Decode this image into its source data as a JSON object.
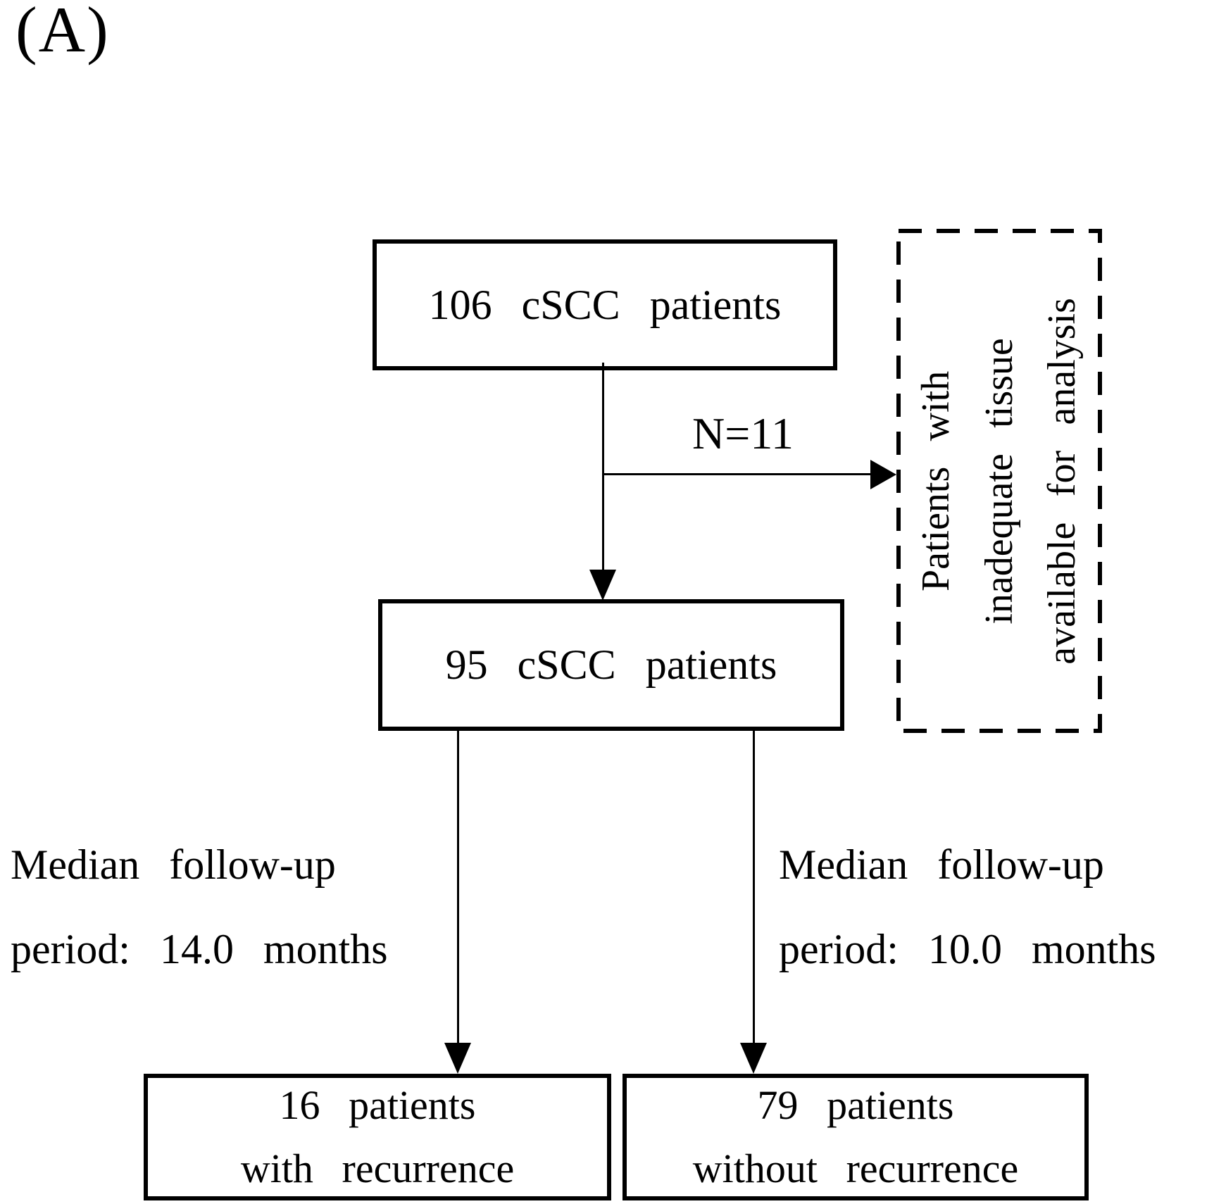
{
  "figure": {
    "panel_label": "(A)",
    "background_color": "#ffffff",
    "line_color": "#000000"
  },
  "nodes": {
    "total": {
      "text": "106 cSCC patients"
    },
    "included": {
      "text": "95 cSCC patients"
    },
    "excluded": {
      "lines": [
        "Patients with",
        "inadequate tissue",
        "available for analysis"
      ]
    },
    "recurrence": {
      "lines": [
        "16 patients",
        "with recurrence"
      ]
    },
    "no_recurrence": {
      "lines": [
        "79 patients",
        "without recurrence"
      ]
    }
  },
  "edges": {
    "exclusion_label": "N=11"
  },
  "notes": {
    "left": {
      "lines": [
        "Median follow-up",
        "period: 14.0 months"
      ]
    },
    "right": {
      "lines": [
        "Median follow-up",
        "period: 10.0 months"
      ]
    }
  }
}
